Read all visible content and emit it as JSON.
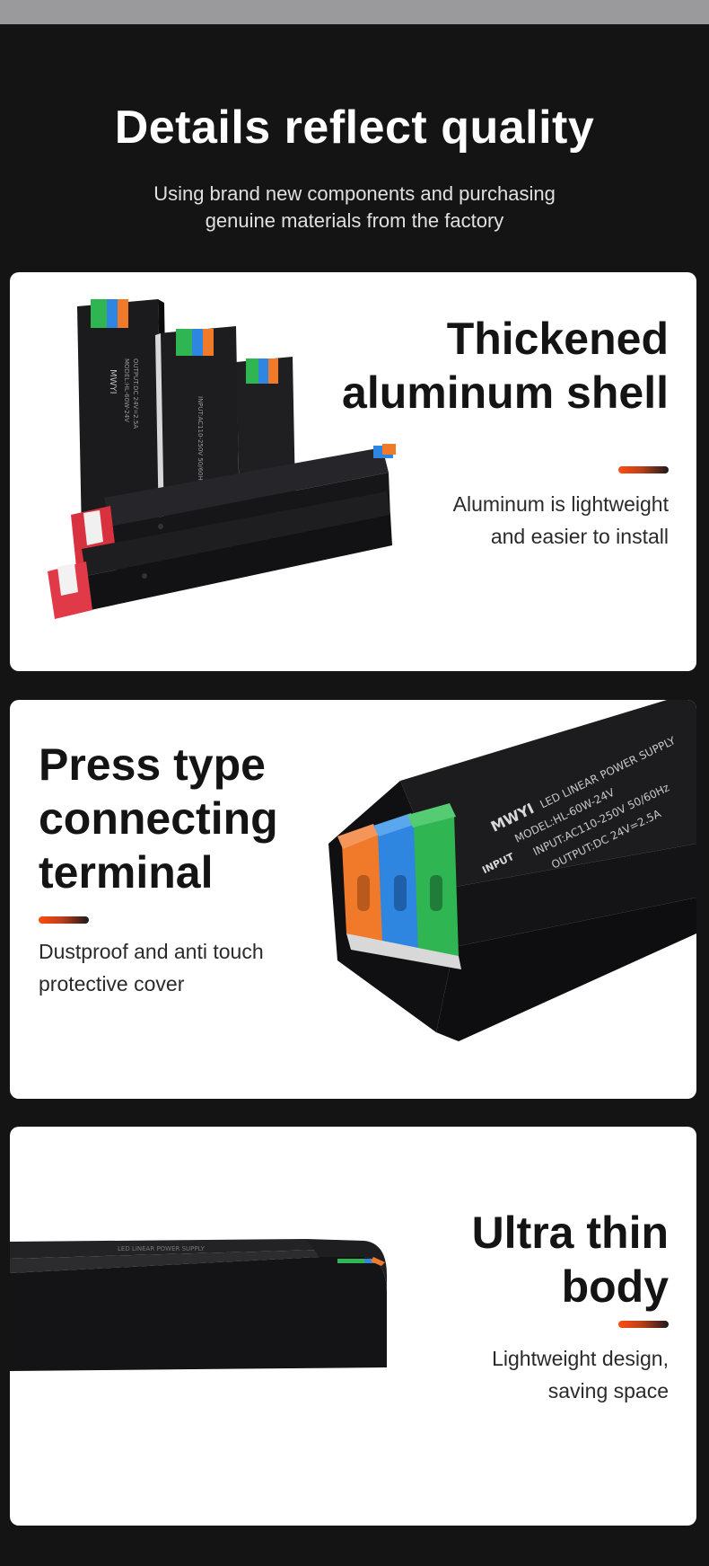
{
  "hero": {
    "title": "Details reflect quality",
    "subtitle_line1": "Using brand new components and purchasing",
    "subtitle_line2": "genuine materials from the factory"
  },
  "features": [
    {
      "title_line1": "Thickened",
      "title_line2": "aluminum shell",
      "desc_line1": "Aluminum is lightweight",
      "desc_line2": "and easier to install",
      "image": "stacked-power-supplies-image"
    },
    {
      "title_line1": "Press type",
      "title_line2": "connecting",
      "title_line3": "terminal",
      "desc_line1": "Dustproof and anti touch",
      "desc_line2": "protective cover",
      "image": "terminal-closeup-image"
    },
    {
      "title_line1": "Ultra thin",
      "title_line2": "body",
      "desc_line1": "Lightweight design,",
      "desc_line2": "saving space",
      "image": "thin-body-side-image"
    }
  ],
  "product_label": {
    "brand": "MWYI",
    "name": "LED LINEAR POWER SUPPLY",
    "model": "MODEL:HL-60W-24V",
    "input": "INPUT:AC110-250V 50/60Hz",
    "output": "OUTPUT:DC 24V=2.5A",
    "terminal": "INPUT"
  },
  "colors": {
    "accent": "#ff4d10",
    "page_bg": "#141414",
    "card_bg": "#ffffff",
    "terminal_orange": "#f07a2a",
    "terminal_blue": "#2f86e0",
    "terminal_green": "#2fb552",
    "terminal_red": "#e03a48"
  }
}
